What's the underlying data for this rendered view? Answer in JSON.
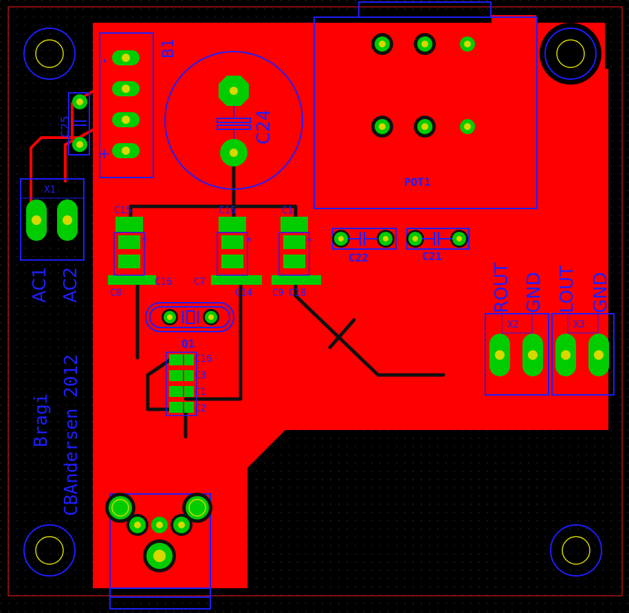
{
  "colors": {
    "background": "#000000",
    "copper": "#ff0000",
    "silkscreen": "#1e1eff",
    "pad": "#00cc00",
    "drill": "#d8d800",
    "board_outline": "#b01010"
  },
  "title_text": "Bragi",
  "author_text": "CBAndersen 2012",
  "components": {
    "b1": "B1",
    "c24": "C24",
    "c25": "C25",
    "x1": "X1",
    "x2": "X2",
    "x3": "X3",
    "pot1": "POT1",
    "c22": "C22",
    "c21": "C21",
    "q1": "Q1",
    "ac1": "AC1",
    "ac2": "AC2",
    "rout": "ROUT",
    "gnd_r": "GND",
    "lout": "LOUT",
    "gnd_l": "GND",
    "c8": "C8",
    "c16": "C16",
    "c7": "C7",
    "c14": "C14",
    "c9": "C9",
    "c18": "C18",
    "c16_top": "C16",
    "c15_top": "C15",
    "c17_top": "C1",
    "c16_b": "C16",
    "c3": "C3",
    "c1": "C1",
    "c2": "C2"
  },
  "polarity": {
    "minus": "-",
    "plus": "+",
    "star": "*"
  }
}
